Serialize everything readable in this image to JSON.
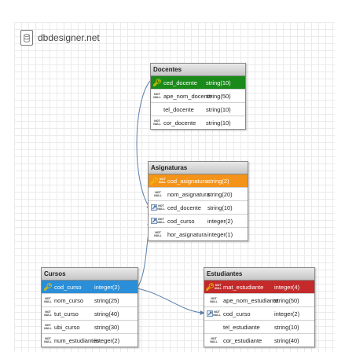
{
  "app": {
    "brand": "dbdesigner.net"
  },
  "icons": {
    "brand": "database-icon",
    "pk": "key-icon",
    "fk": "foreign-key-icon",
    "nn": "not-null-icon"
  },
  "not_null_label": [
    "NOT",
    "NULL"
  ],
  "colors": {
    "docentes_pk": "#1a8a1a",
    "asignaturas_pk": "#f39319",
    "cursos_pk": "#2a8fd8",
    "estudiantes_pk": "#c42a2a",
    "link": "#5a7fa8"
  },
  "tables": {
    "docentes": {
      "title": "Docentes",
      "fields": [
        {
          "name": "ced_docente",
          "type": "string(10)",
          "pk": true
        },
        {
          "name": "ape_nom_docente",
          "type": "string(50)",
          "nn": true
        },
        {
          "name": "tel_docente",
          "type": "string(10)"
        },
        {
          "name": "cor_docente",
          "type": "string(10)",
          "nn": true
        }
      ]
    },
    "asignaturas": {
      "title": "Asignaturas",
      "fields": [
        {
          "name": "cod_asignatura",
          "type": "string(2)",
          "pk": true,
          "nn": true
        },
        {
          "name": "nom_asignatura",
          "type": "string(20)",
          "nn": true
        },
        {
          "name": "ced_docente",
          "type": "string(10)",
          "fk": true,
          "nn": true
        },
        {
          "name": "cod_curso",
          "type": "integer(2)",
          "fk": true,
          "nn": true
        },
        {
          "name": "hor_asignatura",
          "type": "integer(1)",
          "nn": true
        }
      ]
    },
    "cursos": {
      "title": "Cursos",
      "fields": [
        {
          "name": "cod_curso",
          "type": "integer(2)",
          "pk": true
        },
        {
          "name": "nom_curso",
          "type": "string(25)",
          "nn": true
        },
        {
          "name": "tut_curso",
          "type": "string(40)",
          "nn": true
        },
        {
          "name": "ubi_curso",
          "type": "string(30)",
          "nn": true
        },
        {
          "name": "num_estudiantes",
          "type": "integer(2)",
          "nn": true
        }
      ]
    },
    "estudiantes": {
      "title": "Estudiantes",
      "fields": [
        {
          "name": "mat_estudiante",
          "type": "integer(4)",
          "pk": true,
          "nn": true
        },
        {
          "name": "ape_nom_estudiante",
          "type": "string(50)",
          "nn": true
        },
        {
          "name": "cod_curso",
          "type": "integer(2)",
          "fk": true,
          "nn": true
        },
        {
          "name": "tel_estudiante",
          "type": "string(10)"
        },
        {
          "name": "cor_estudiante",
          "type": "string(40)",
          "nn": true
        }
      ]
    }
  }
}
